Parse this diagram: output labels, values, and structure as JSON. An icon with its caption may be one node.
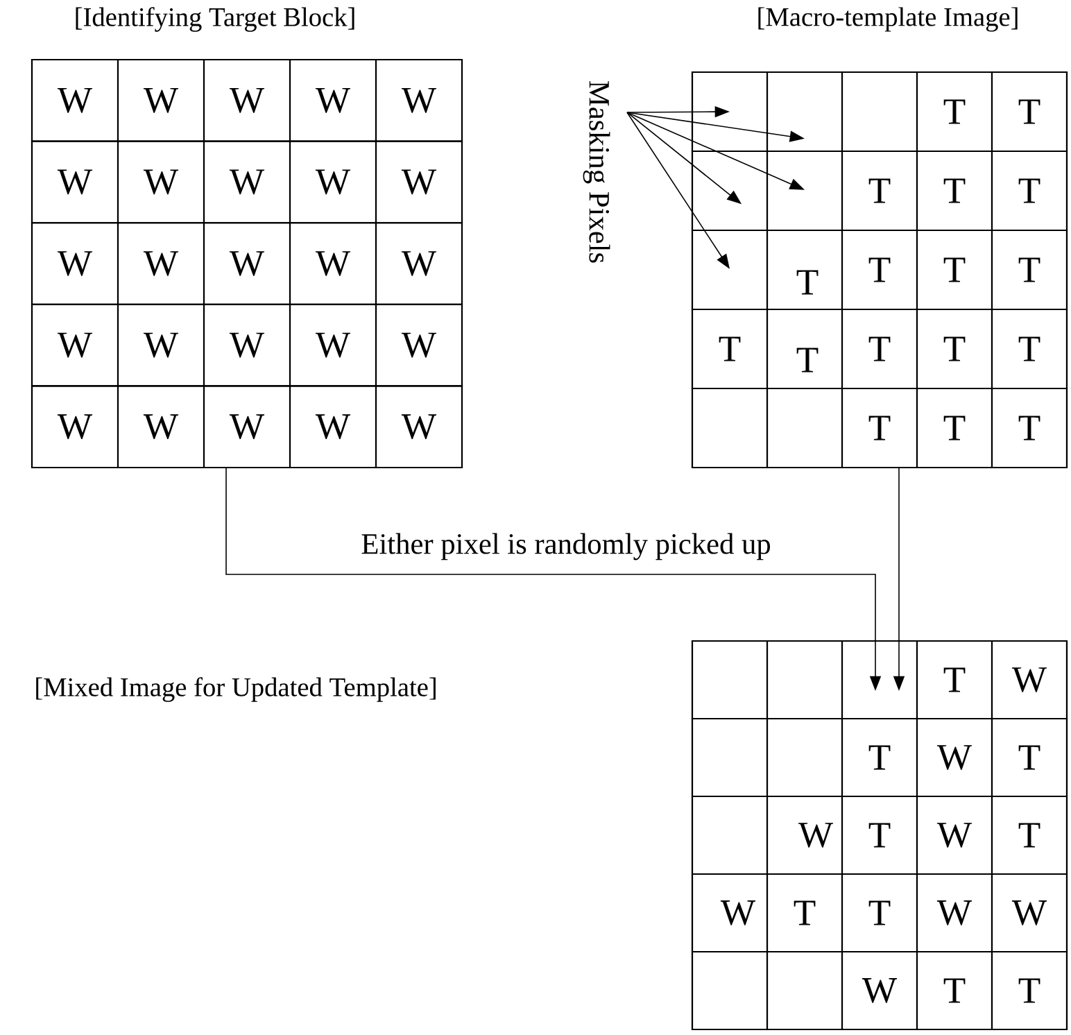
{
  "diagram": {
    "nodes": [
      {
        "text": [
          "[Identifying Target Block]"
        ]
      },
      {
        "text": [
          "W"
        ],
        "in": 0
      },
      {
        "text": [
          "W"
        ],
        "in": 0
      },
      {
        "text": [
          "W"
        ],
        "in": 0
      },
      {
        "text": [
          "W"
        ],
        "in": 0
      },
      {
        "text": [
          "W"
        ],
        "in": 0
      },
      {
        "text": [
          "W"
        ],
        "in": 0
      },
      {
        "text": [
          "W"
        ],
        "in": 0
      },
      {
        "text": [
          "W"
        ],
        "in": 0
      },
      {
        "text": [
          "W"
        ],
        "in": 0
      },
      {
        "text": [
          "W"
        ],
        "in": 0
      },
      {
        "text": [
          "W"
        ],
        "in": 0
      },
      {
        "text": [
          "W"
        ],
        "in": 0
      },
      {
        "text": [
          "W"
        ],
        "in": 0
      },
      {
        "text": [
          "W"
        ],
        "in": 0
      },
      {
        "text": [
          "W"
        ],
        "in": 0
      },
      {
        "text": [
          "W"
        ],
        "in": 0
      },
      {
        "text": [
          "W"
        ],
        "in": 0
      },
      {
        "text": [
          "W"
        ],
        "in": 0
      },
      {
        "text": [
          "W"
        ],
        "in": 0
      },
      {
        "text": [
          "W"
        ],
        "in": 0
      },
      {
        "text": [
          "W"
        ],
        "in": 0
      },
      {
        "text": [
          "W"
        ],
        "in": 0
      },
      {
        "text": [
          "W"
        ],
        "in": 0
      },
      {
        "text": [
          "W"
        ],
        "in": 0
      },
      {
        "text": [
          "W"
        ],
        "in": 0
      },
      {
        "text": [
          "[Macro-template Image]"
        ]
      },
      {
        "text": [],
        "shape": "box",
        "in": 26
      },
      {
        "text": [],
        "shape": "box",
        "in": 26
      },
      {
        "text": [],
        "shape": "box",
        "in": 26
      },
      {
        "text": [
          "T"
        ],
        "in": 26
      },
      {
        "text": [
          "T"
        ],
        "in": 26
      },
      {
        "text": [],
        "shape": "box",
        "in": 26
      },
      {
        "text": [],
        "shape": "box",
        "in": 26
      },
      {
        "text": [
          "T"
        ],
        "in": 26
      },
      {
        "text": [
          "T"
        ],
        "in": 26
      },
      {
        "text": [
          "T"
        ],
        "in": 26
      },
      {
        "text": [],
        "shape": "box",
        "in": 26
      },
      {
        "text": [
          "T"
        ],
        "in": 26
      },
      {
        "text": [
          "T"
        ],
        "in": 26
      },
      {
        "text": [
          "T"
        ],
        "in": 26
      },
      {
        "text": [
          "T"
        ],
        "in": 26
      },
      {
        "text": [
          "T"
        ],
        "in": 26
      },
      {
        "text": [
          "T"
        ],
        "in": 26
      },
      {
        "text": [
          "T"
        ],
        "in": 26
      },
      {
        "text": [
          "T"
        ],
        "in": 26
      },
      {
        "text": [
          "T"
        ],
        "in": 26
      },
      {
        "text": [],
        "shape": "box",
        "in": 26
      },
      {
        "text": [],
        "shape": "box",
        "in": 26
      },
      {
        "text": [
          "T"
        ],
        "in": 26
      },
      {
        "text": [
          "T"
        ],
        "in": 26
      },
      {
        "text": [
          "T"
        ],
        "in": 26
      },
      {
        "text": [
          "Masking Pixels"
        ]
      },
      {
        "text": [],
        "shape": "box"
      },
      {
        "text": [],
        "shape": "box",
        "in": 53
      },
      {
        "text": [],
        "shape": "box",
        "in": 53
      },
      {
        "text": [],
        "shape": "box",
        "in": 53
      },
      {
        "text": [
          "T"
        ],
        "in": 53
      },
      {
        "text": [
          "W"
        ],
        "in": 53
      },
      {
        "text": [],
        "shape": "box",
        "in": 53
      },
      {
        "text": [],
        "shape": "box",
        "in": 53
      },
      {
        "text": [
          "T"
        ],
        "in": 53
      },
      {
        "text": [
          "W"
        ],
        "in": 53
      },
      {
        "text": [
          "T"
        ],
        "in": 53
      },
      {
        "text": [],
        "shape": "box",
        "in": 53
      },
      {
        "text": [
          "W"
        ],
        "in": 53
      },
      {
        "text": [
          "T"
        ],
        "in": 53
      },
      {
        "text": [
          "W"
        ],
        "in": 53
      },
      {
        "text": [
          "T"
        ],
        "in": 53
      },
      {
        "text": [
          "W"
        ],
        "in": 53
      },
      {
        "text": [
          "T"
        ],
        "in": 53
      },
      {
        "text": [
          "T"
        ],
        "in": 53
      },
      {
        "text": [
          "W"
        ],
        "in": 53
      },
      {
        "text": [
          "W"
        ],
        "in": 53
      },
      {
        "text": [],
        "shape": "box",
        "in": 53
      },
      {
        "text": [],
        "shape": "box",
        "in": 53
      },
      {
        "text": [
          "W"
        ],
        "in": 53
      },
      {
        "text": [
          "T"
        ],
        "in": 53
      },
      {
        "text": [
          "T"
        ],
        "in": 53
      }
    ],
    "edges": [
      {
        "from": 0,
        "to": 56,
        "arrow": "to",
        "label": "Either pixel is randomly picked up"
      },
      {
        "from": 26,
        "to": 56,
        "arrow": "to"
      },
      {
        "from": 52,
        "to": 27,
        "arrow": "to"
      },
      {
        "from": 52,
        "to": 28,
        "arrow": "to"
      },
      {
        "from": 52,
        "to": 33,
        "arrow": "to"
      },
      {
        "from": 52,
        "to": 32,
        "arrow": "to"
      },
      {
        "from": 52,
        "to": 37,
        "arrow": "to"
      }
    ],
    "labels": [
      "[Mixed Image for Updated Template]"
    ]
  }
}
